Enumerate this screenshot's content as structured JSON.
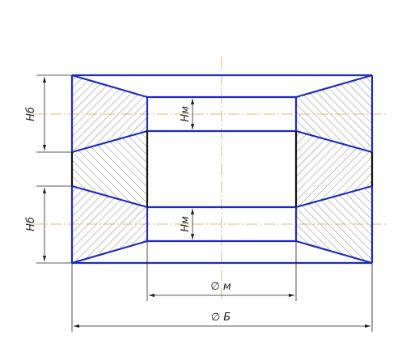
{
  "labels": {
    "height_big_top": "Нб",
    "height_big_bottom": "Нб",
    "height_small_top": "Нм",
    "height_small_bottom": "Нм",
    "diameter_small": "∅ м",
    "diameter_big": "∅ Б"
  },
  "colors": {
    "outline": "#1f2bbf",
    "hatch": "#555555",
    "centerline": "#d9a45a",
    "dimension": "#222222",
    "background": "#ffffff"
  }
}
